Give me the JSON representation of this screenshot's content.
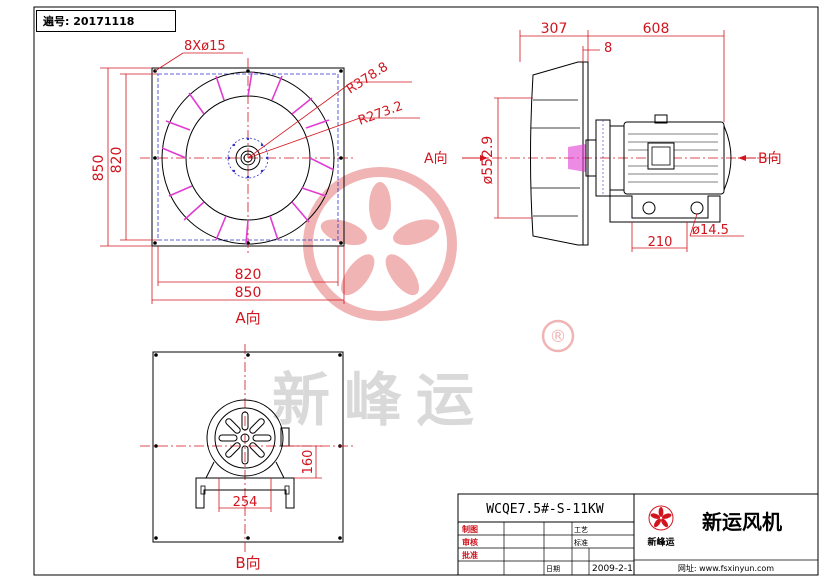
{
  "header": {
    "drawing_number": "遍号: 20171118"
  },
  "watermark": {
    "text": "新峰运",
    "registered": "®"
  },
  "view_a": {
    "title": "A向",
    "holes": "8Xø15",
    "radius_outer": "R378.8",
    "radius_inner": "R273.2",
    "dim_850_v": "850",
    "dim_820_v": "820",
    "dim_820_h": "820",
    "dim_850_h": "850"
  },
  "side_view": {
    "dim_307": "307",
    "dim_608": "608",
    "dim_8": "8",
    "dim_diameter": "ø552.9",
    "dim_210": "210",
    "dim_hole": "ø14.5",
    "label_a": "A向",
    "label_b": "B向"
  },
  "view_b": {
    "title": "B向",
    "dim_160": "160",
    "dim_254": "254"
  },
  "title_block": {
    "model": "WCQE7.5#-S-11KW",
    "company_name": "新运风机",
    "logo_text": "新峰运",
    "row_draw": "制图",
    "row_check": "审核",
    "row_approve": "批准",
    "col_craft": "工艺",
    "col_std": "标准",
    "col_date": "日期",
    "date": "2009-2-1",
    "website": "网址: www.fsxinyun.com"
  },
  "colors": {
    "line": "#000000",
    "dim": "#d2141e",
    "pink": "#e13cd2",
    "blue": "#3232c8",
    "watermark": "#e67878"
  }
}
